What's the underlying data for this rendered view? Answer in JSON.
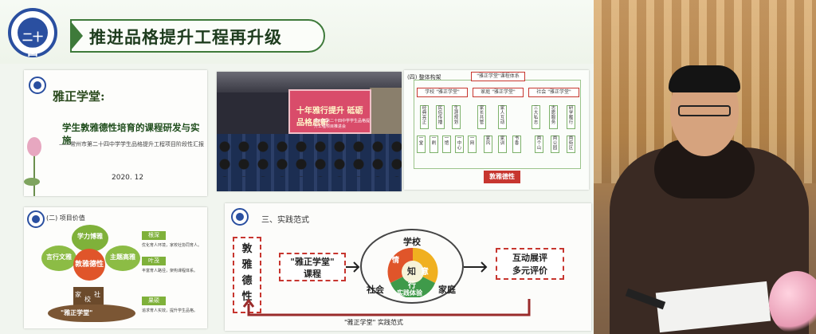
{
  "slide": {
    "title": "推进品格提升工程再升级",
    "logo_text": "二十四"
  },
  "panel1": {
    "title": "雅正学堂:",
    "subtitle": "学生敦雅德性培育的课程研发与实施",
    "line": "——常州市第二十四中学学生品格提升工程项目阶段性汇报",
    "date": "2020. 12"
  },
  "panel2": {
    "banner": "十年雅行提升  砥砺品格启新",
    "banner_sub": "常州市第二十四中学学生品格提升工程项目推进会"
  },
  "panel3": {
    "heading": "(四) 整体构架",
    "top": "\"雅正学堂\"课程体系",
    "groups": [
      "学校 \"雅正学堂\"",
      "家庭 \"雅正学堂\"",
      "社会 \"雅正学堂\""
    ],
    "cols": [
      "经典亮正",
      "民俗传播",
      "生涯规划",
      "家长共管",
      "家人互动",
      "三大私志",
      "志愿服务",
      "研学履行"
    ],
    "row2": [
      "一堂",
      "一刷",
      "一馆",
      "一中心",
      "一网",
      "家风",
      "家训",
      "书香",
      "两个山",
      "两公园",
      "两街区"
    ],
    "bottom": "敦雅德性"
  },
  "panel4": {
    "heading": "(二) 项目价值",
    "leaves": [
      "学力博雅",
      "言行文雅",
      "主题高雅",
      "敦雅德性"
    ],
    "trunk_labels": [
      "家",
      "校",
      "社"
    ],
    "base": "\"雅正学堂\"",
    "tags": [
      {
        "name": "根深",
        "desc": "优化育人环境，家校社协同育人。"
      },
      {
        "name": "叶茂",
        "desc": "丰富育人路径，架构课程体系。"
      },
      {
        "name": "果硕",
        "desc": "追求育人实效，提升学生品格。"
      }
    ]
  },
  "panel5": {
    "heading": "三、实践范式",
    "left_box": "敦\n雅\n德\n性",
    "course_box": "\"雅正学堂\"\n课程",
    "right_box": "互动展评\n多元评价",
    "school": "学校",
    "family": "家庭",
    "society": "社会",
    "center": [
      "知",
      "行",
      "意"
    ],
    "ring": [
      "情",
      "实践体验"
    ],
    "footer": "\"雅正学堂\" 实践范式"
  }
}
